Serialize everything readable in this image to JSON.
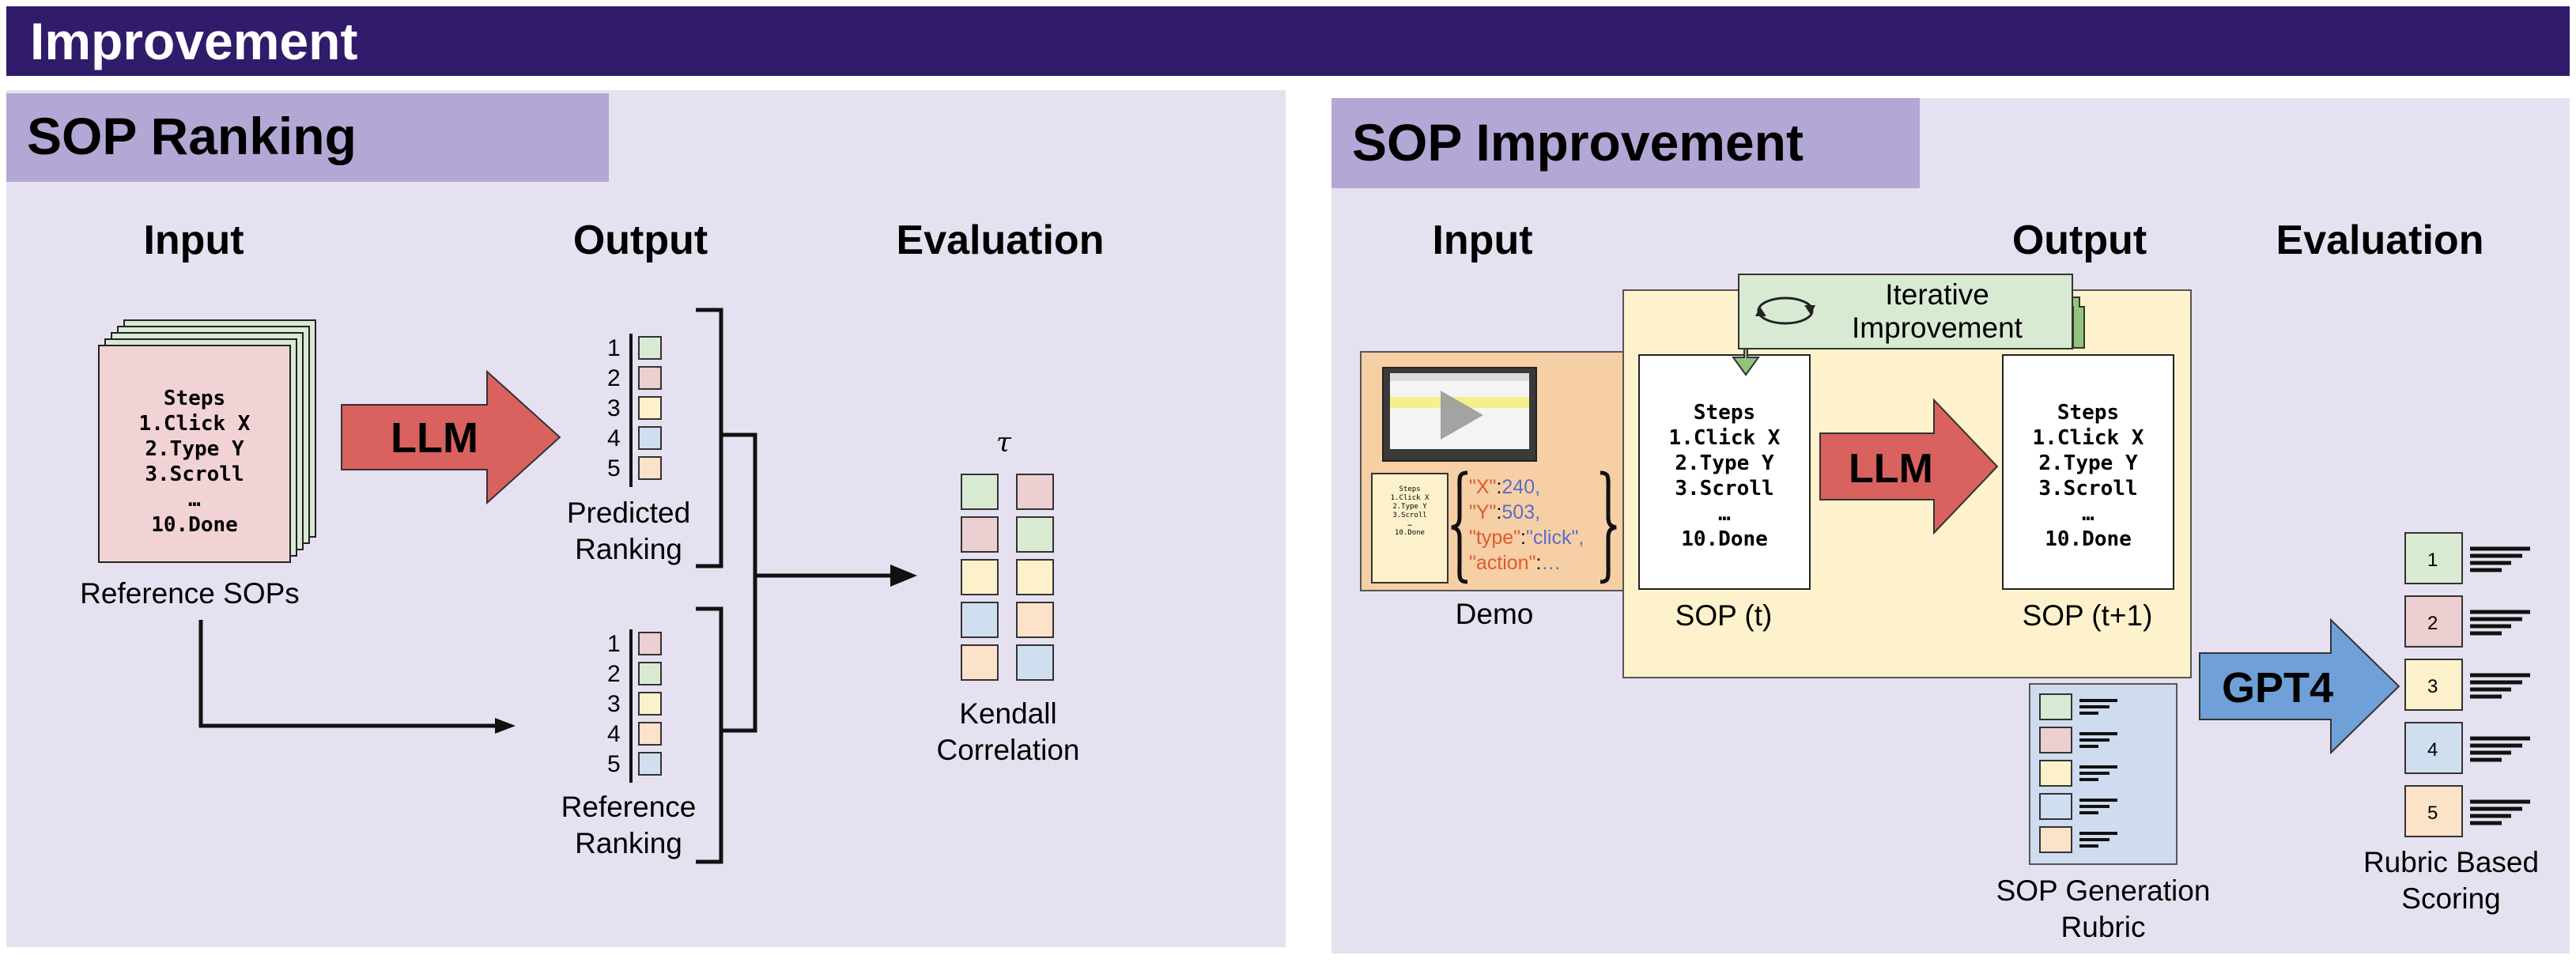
{
  "header": {
    "title": "Improvement"
  },
  "ranking": {
    "title": "SOP Ranking",
    "col_input": "Input",
    "col_output": "Output",
    "col_evaluation": "Evaluation",
    "sop_lines": [
      "Steps",
      "1.Click X",
      "2.Type Y",
      "3.Scroll",
      "…",
      "10.Done"
    ],
    "sop_caption": "Reference SOPs",
    "llm_label": "LLM",
    "predicted": {
      "numbers": [
        "1",
        "2",
        "3",
        "4",
        "5"
      ],
      "caption_line1": "Predicted",
      "caption_line2": "Ranking"
    },
    "reference": {
      "numbers": [
        "1",
        "2",
        "3",
        "4",
        "5"
      ],
      "caption_line1": "Reference",
      "caption_line2": "Ranking"
    },
    "tau": "τ",
    "kendall_line1": "Kendall",
    "kendall_line2": "Correlation"
  },
  "improvement": {
    "title": "SOP Improvement",
    "col_input": "Input",
    "col_output": "Output",
    "col_evaluation": "Evaluation",
    "demo_caption": "Demo",
    "demo_mini_lines": [
      "Steps",
      "1.Click X",
      "2.Type Y",
      "3.Scroll",
      "…",
      "10.Done"
    ],
    "json_lines": [
      {
        "key": "\"X\"",
        "sep": ":",
        "val": "240,"
      },
      {
        "key": "\"Y\"",
        "sep": ":",
        "val": "503,"
      },
      {
        "key": "\"type\"",
        "sep": ":",
        "val": "\"click\","
      },
      {
        "key": "\"action\"",
        "sep": ":",
        "val": "…"
      }
    ],
    "iterative_line1": "Iterative",
    "iterative_line2": "Improvement",
    "sop_t_lines": [
      "Steps",
      "1.Click X",
      "2.Type Y",
      "3.Scroll",
      "…",
      "10.Done"
    ],
    "sop_t_caption": "SOP (t)",
    "sop_t1_lines": [
      "Steps",
      "1.Click X",
      "2.Type Y",
      "3.Scroll",
      "…",
      "10.Done"
    ],
    "sop_t1_caption": "SOP (t+1)",
    "llm_label": "LLM",
    "gpt_label": "GPT4",
    "rubric_line1": "SOP Generation",
    "rubric_line2": "Rubric",
    "scores": [
      "1",
      "2",
      "3",
      "4",
      "5"
    ],
    "scoring_line1": "Rubric Based",
    "scoring_line2": "Scoring"
  },
  "colors": {
    "header_bg": "#311b6b",
    "panel_bg": "#e6e1f0",
    "tab_bg": "#b3a7d5",
    "llm_arrow": "#d9625f",
    "gpt_arrow": "#6fa0d8",
    "green": "#d9ead3",
    "pink": "#ebcfd1",
    "yellow": "#fdf1cb",
    "blue": "#d0dff0",
    "orange": "#fbe2c8",
    "peach_box": "#f6cfa4",
    "process_box": "#fdf2cc",
    "json_key": "#e05a2f",
    "json_val": "#5b6ec7"
  }
}
